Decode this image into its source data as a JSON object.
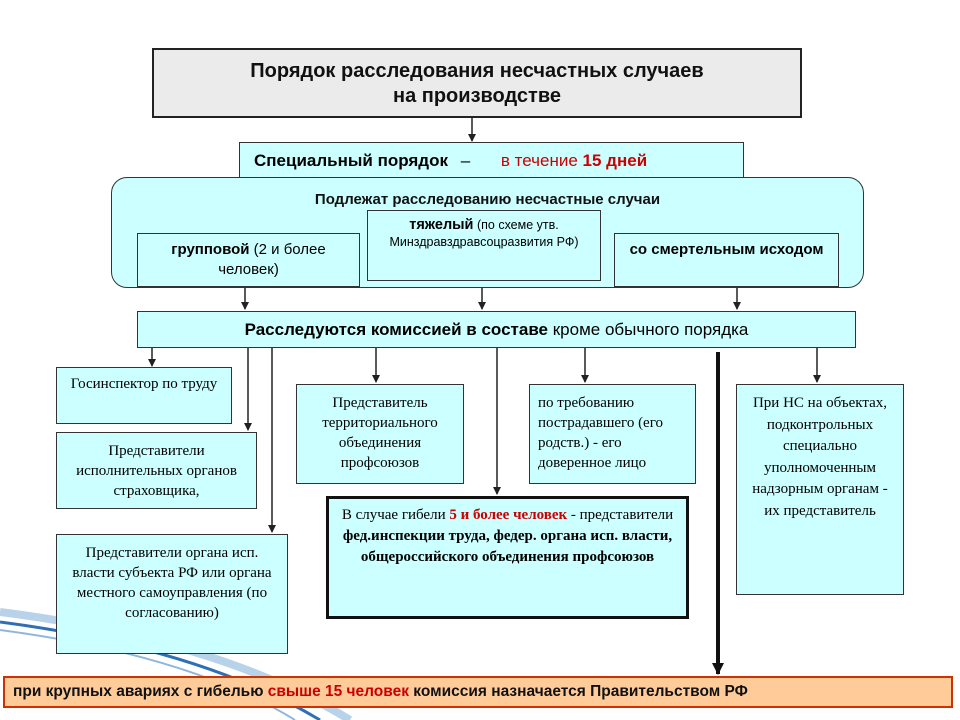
{
  "title": {
    "line1": "Порядок расследования несчастных случаев",
    "line2": "на производстве"
  },
  "special": {
    "label": "Специальный порядок",
    "dash": "–",
    "term_prefix": "в течение ",
    "term_value": "15 дней"
  },
  "subject": {
    "heading": "Подлежат расследованию несчастные случаи",
    "group": {
      "bold": "групповой",
      "rest": " (2 и более человек)"
    },
    "heavy": {
      "bold": "тяжелый",
      "rest": " (по схеме утв. Минздравздравсоцразвития РФ)"
    },
    "fatal": {
      "text": "со смертельным исходом"
    }
  },
  "commission": {
    "bold": "Расследуются комиссией в составе",
    "rest": " кроме обычного порядка"
  },
  "members": {
    "inspector": "Госинспектор по труду",
    "insurer": "Представители исполнительных органов страховщика,",
    "region": "Представители органа исп. власти субъекта РФ или органа местного самоуправления (по согласованию)",
    "union": "Представитель территориального объединения профсоюзов",
    "victim": "по требованию пострадавшего (его родств.) - его доверенное лицо",
    "supervised": "При НС на объектах, подконтрольных специально уполномоченным надзорным органам - их представитель"
  },
  "death5": {
    "prefix": "В случае гибели ",
    "highlight": "5 и более человек",
    "suffix": " - представители ",
    "bold": "фед.инспекции труда, федер. органа исп. власти, общероссийского объединения профсоюзов"
  },
  "footer": {
    "prefix": "при крупных авариях с гибелью ",
    "highlight": "свыше 15 человек",
    "suffix": " комиссия назначается Правительством РФ"
  },
  "colors": {
    "box_fill": "#ccffff",
    "title_fill": "#ebebeb",
    "accent_red": "#cc0000",
    "footer_fill": "#ffcc99",
    "footer_border": "#cc3300",
    "ribbon": "#2e6fb5"
  }
}
